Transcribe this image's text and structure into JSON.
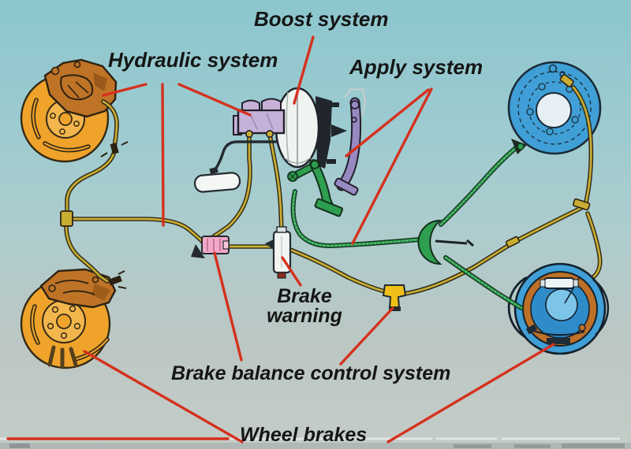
{
  "diagram": {
    "labels": {
      "hydraulic_system": "Hydraulic system",
      "boost_system": "Boost system",
      "apply_system": "Apply system",
      "brake_warning_line1": "Brake",
      "brake_warning_line2": "warning",
      "brake_balance_control": "Brake balance control system",
      "wheel_brakes": "Wheel brakes"
    },
    "components": {
      "front_left_disc_brake": "disc brake with caliper (orange)",
      "rear_left_disc_brake": "disc brake rotor with caliper (orange)",
      "right_top_drum_brake": "drum brake backing plate (blue)",
      "right_bottom_drum_brake": "drum brake with shoes exposed (blue/orange)",
      "master_cylinder": "master cylinder (lavender)",
      "vacuum_booster": "vacuum booster (white)",
      "brake_pedal": "brake pedal (purple)",
      "parking_brake_pedal": "parking brake pedal (green)",
      "brake_warning_switch": "brake warning switch (white)",
      "balance_valve": "combination valve (pink)",
      "proportioning_valve": "proportioning valve (yellow)",
      "cable_equalizer": "parking cable equalizer (green)"
    },
    "colors": {
      "background_top": "#8cc6cd",
      "background_bottom": "#c4ccc8",
      "annotation_red": "#d5311d",
      "disc_orange": "#efa32b",
      "caliper_brown": "#bf7326",
      "drum_blue": "#3f9fd6",
      "shoe_orange": "#bd7028",
      "line_yellow": "#c9ad33",
      "cable_green": "#2e9e50",
      "master_cylinder_lavender": "#c6b1d8",
      "booster_white": "#f0f4f1",
      "pedal_purple": "#978ac2",
      "balance_valve_pink": "#f2a8c8",
      "warning_valve_yellow": "#f0c018"
    }
  },
  "player": {
    "progress_color": "#e9ebe9"
  }
}
